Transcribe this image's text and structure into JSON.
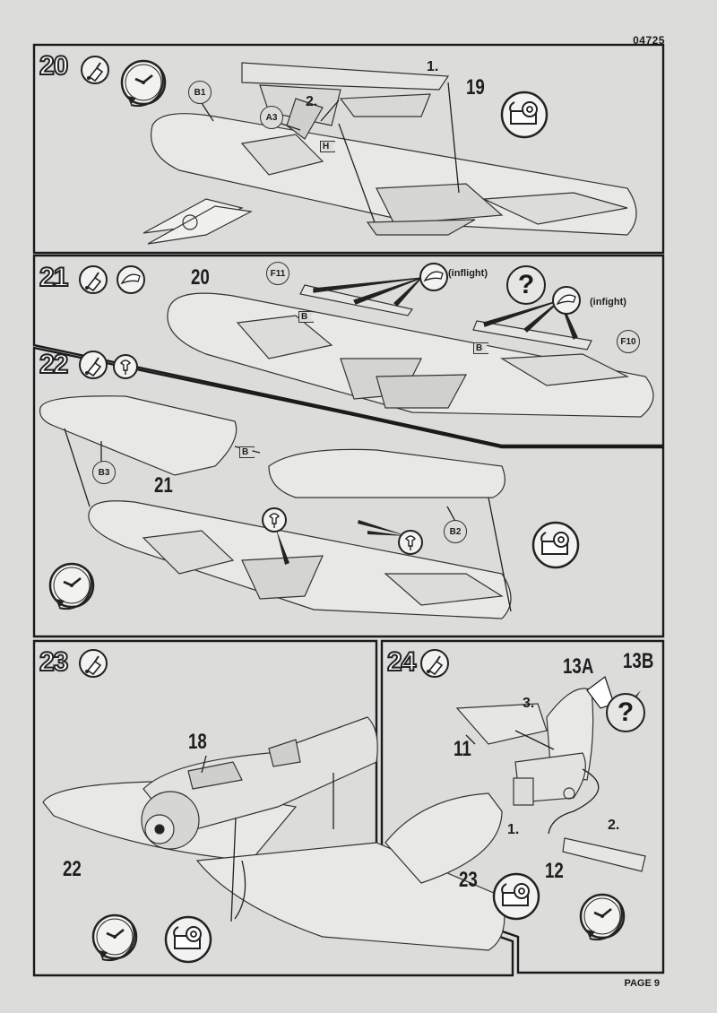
{
  "header": {
    "code": "04725"
  },
  "footer": {
    "page": "PAGE 9"
  },
  "steps": [
    {
      "num": "20",
      "callouts": {
        "a": "1.",
        "b": "19",
        "c": "2.",
        "d": "A3",
        "e": "B1",
        "f": "H"
      }
    },
    {
      "num": "21",
      "callouts": {
        "a": "20",
        "b": "F11",
        "c": "(inflight)",
        "d": "(infight)",
        "e": "F10",
        "f": "B",
        "g": "B"
      }
    },
    {
      "num": "22",
      "callouts": {
        "a": "21",
        "b": "B3",
        "c": "B2",
        "d": "B"
      }
    },
    {
      "num": "23",
      "callouts": {
        "a": "18",
        "b": "22"
      }
    },
    {
      "num": "24",
      "callouts": {
        "a": "13A",
        "b": "13B",
        "c": "3.",
        "d": "11",
        "e": "1.",
        "f": "2.",
        "g": "23",
        "h": "12"
      }
    }
  ],
  "icons": {
    "glue": "glue-tube-icon",
    "clock": "clock-icon",
    "tape": "tape-icon",
    "clamp": "clothespin-clamp-icon",
    "option": "question-mark-icon",
    "paint": "paint-dot-icon",
    "cockpit": "cockpit-pilot-icon"
  },
  "colors": {
    "paper": "#dcdcda",
    "ink": "#1c1c1c"
  }
}
